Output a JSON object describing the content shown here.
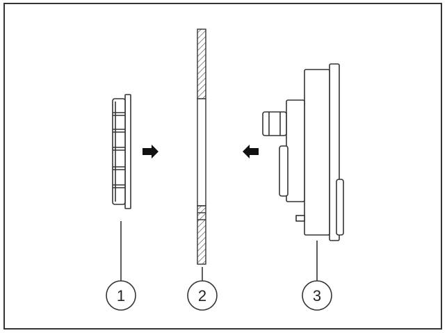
{
  "callouts": [
    {
      "label": "1"
    },
    {
      "label": "2"
    },
    {
      "label": "3"
    }
  ],
  "colors": {
    "line": "#333333",
    "fill": "#ffffff",
    "background": "#ffffff"
  }
}
